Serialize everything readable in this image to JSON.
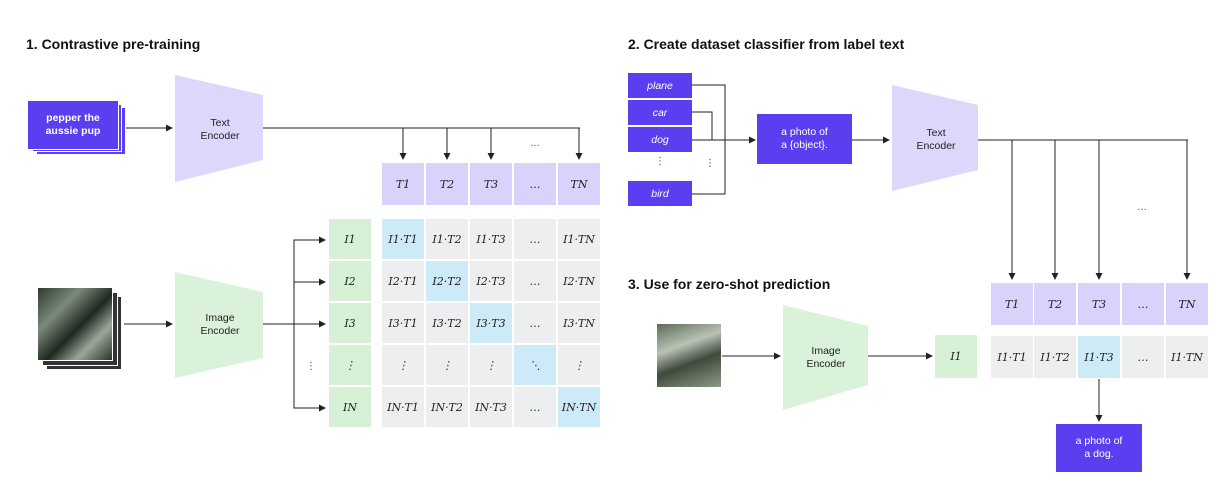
{
  "panel1": {
    "heading": "1. Contrastive pre-training",
    "input_text": "pepper the aussie pup",
    "text_encoder": "Text Encoder",
    "image_encoder": "Image Encoder",
    "t_labels": [
      "T1",
      "T2",
      "T3",
      "…",
      "TN"
    ],
    "i_labels": [
      "I1",
      "I2",
      "I3",
      "⋮",
      "IN"
    ],
    "ellipsis": "…",
    "vdots": "⋮",
    "matrix": [
      [
        "I1·T1",
        "I1·T2",
        "I1·T3",
        "…",
        "I1·TN"
      ],
      [
        "I2·T1",
        "I2·T2",
        "I2·T3",
        "…",
        "I2·TN"
      ],
      [
        "I3·T1",
        "I3·T2",
        "I3·T3",
        "…",
        "I3·TN"
      ],
      [
        "⋮",
        "⋮",
        "⋮",
        "⋱",
        "⋮"
      ],
      [
        "IN·T1",
        "IN·T2",
        "IN·T3",
        "…",
        "IN·TN"
      ]
    ]
  },
  "panel2": {
    "heading": "2. Create dataset classifier from label text",
    "labels": [
      "plane",
      "car",
      "dog",
      "⋮",
      "bird"
    ],
    "template_line1": "a photo of",
    "template_line2": "a {object}.",
    "text_encoder": "Text Encoder",
    "ellipsis": "…"
  },
  "panel3": {
    "heading": "3. Use for zero-shot prediction",
    "image_encoder": "Image Encoder",
    "i_label": "I1",
    "t_labels": [
      "T1",
      "T2",
      "T3",
      "…",
      "TN"
    ],
    "products": [
      "I1·T1",
      "I1·T2",
      "I1·T3",
      "…",
      "I1·TN"
    ],
    "output_line1": "a photo of",
    "output_line2": "a dog."
  },
  "colors": {
    "accent_purple": "#5b3ef0",
    "text_encoder_fill": "#ddd7fb",
    "image_encoder_fill": "#d9f2d9",
    "t_cell": "#d9d2fb",
    "i_cell": "#d6f1d6",
    "grey_cell": "#eceef0",
    "highlight_cell": "#cdeaf8",
    "arrow": "#222222"
  }
}
